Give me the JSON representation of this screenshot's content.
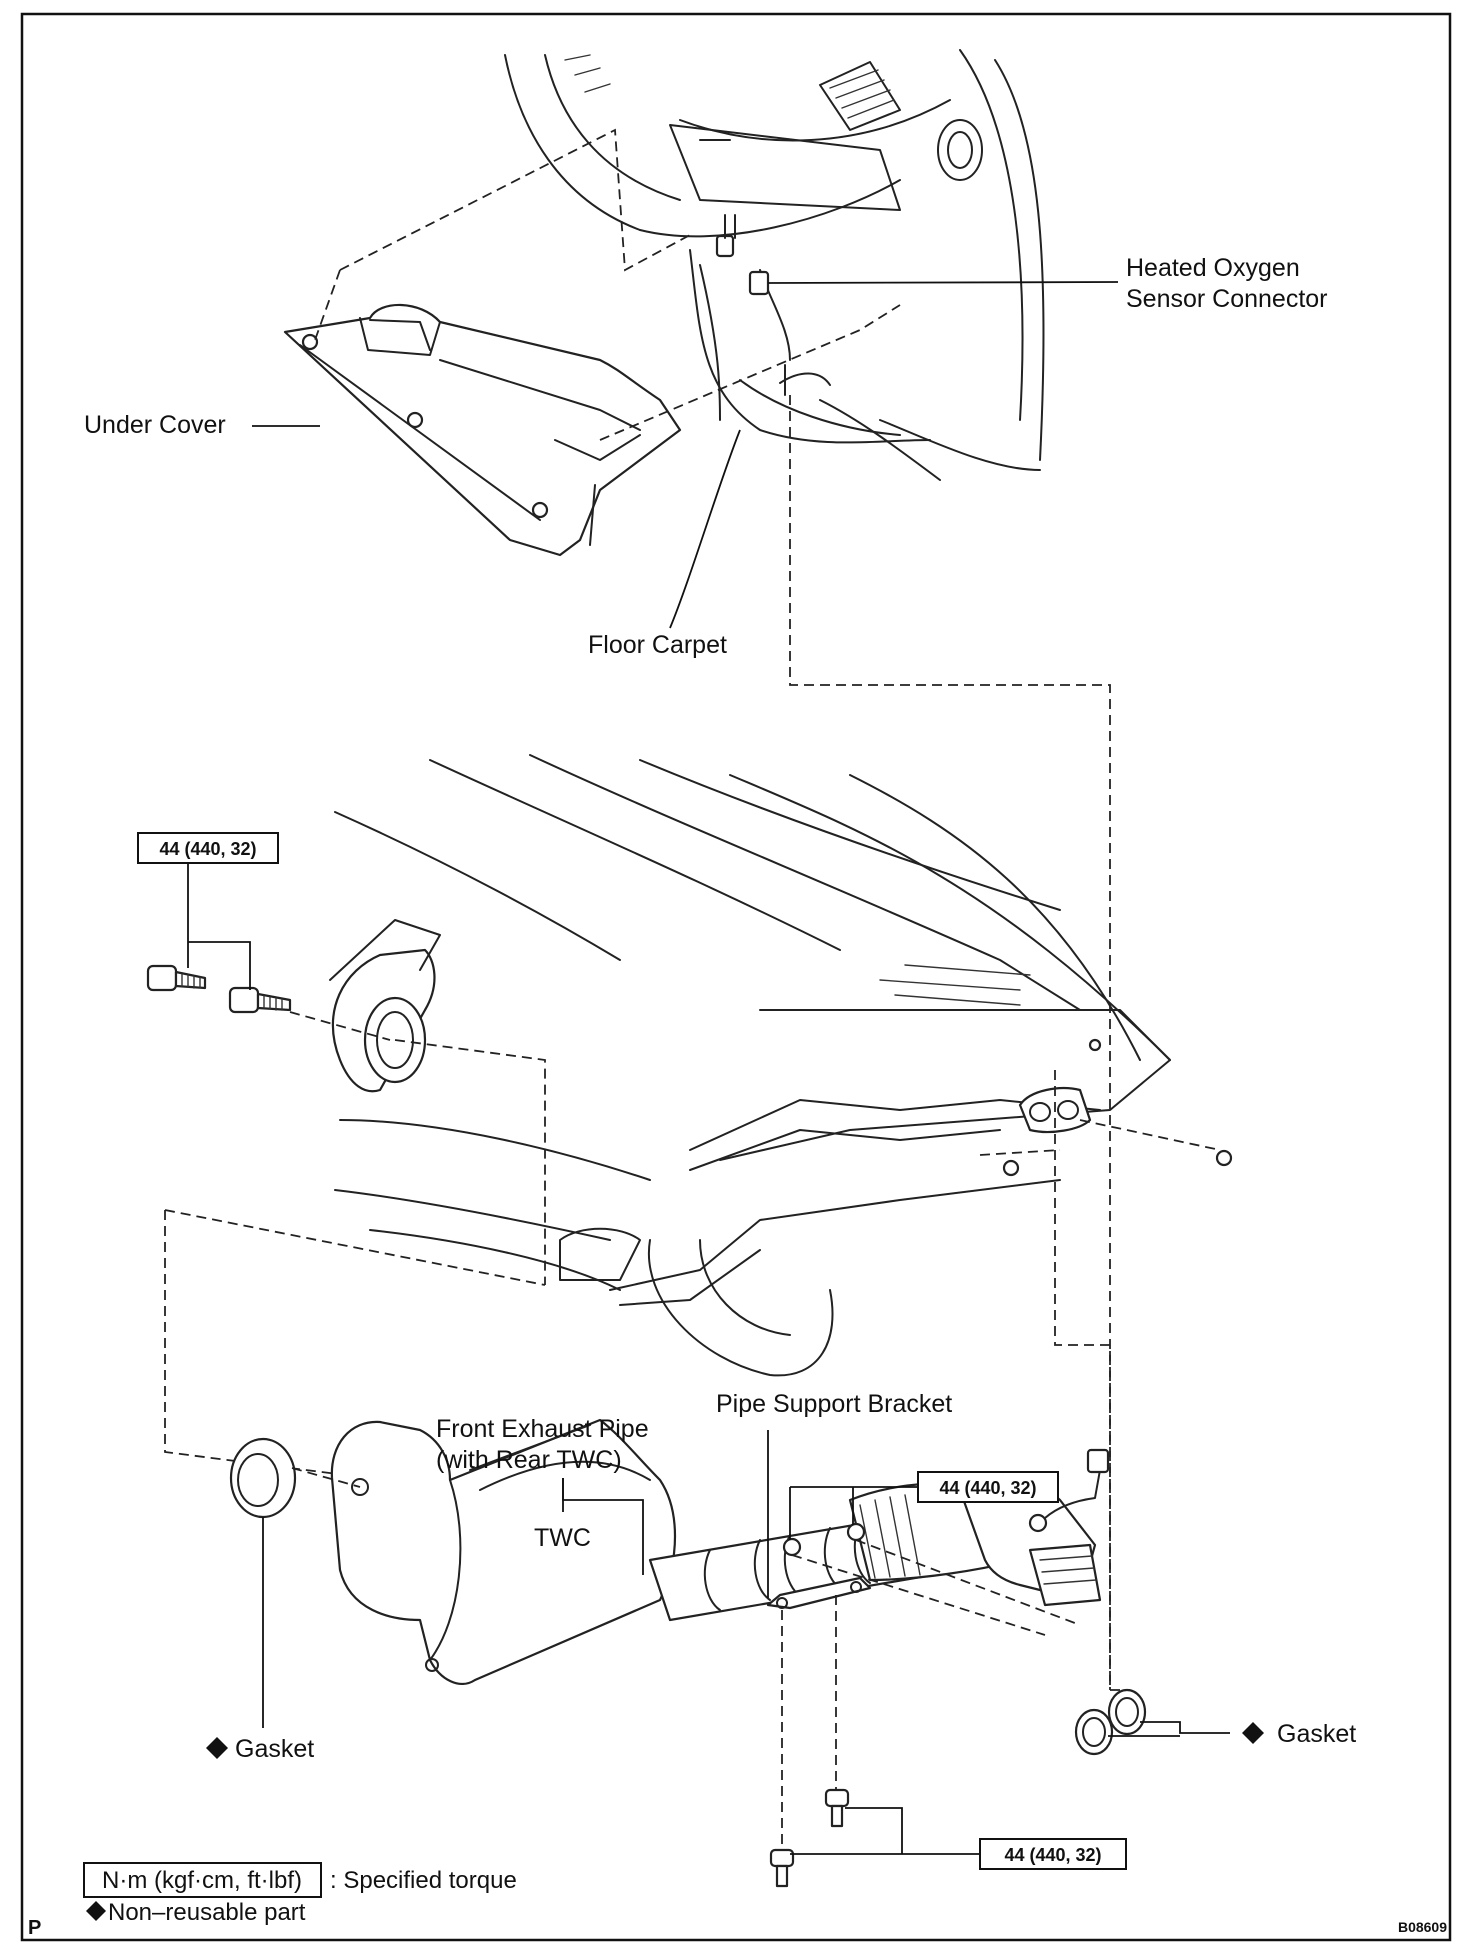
{
  "labels": {
    "heated_oxygen_line1": "Heated Oxygen",
    "heated_oxygen_line2": "Sensor Connector",
    "under_cover": "Under Cover",
    "floor_carpet": "Floor Carpet",
    "pipe_support_bracket": "Pipe Support Bracket",
    "front_exhaust_pipe_line1": "Front Exhaust Pipe",
    "front_exhaust_pipe_line2": "(with Rear TWC)",
    "twc": "TWC",
    "gasket_left": "Gasket",
    "gasket_right": "Gasket"
  },
  "torque_values": {
    "front_bolts": "44 (440, 32)",
    "bracket_nuts": "44 (440, 32)",
    "bracket_bolts": "44 (440, 32)"
  },
  "legend": {
    "torque_unit": "N·m (kgf·cm, ft·lbf)",
    "torque_desc": ": Specified torque",
    "non_reusable": "Non–reusable part"
  },
  "corner_mark": "P",
  "figure_code": "B08609",
  "icons": {
    "non_reusable_marker": "diamond-icon"
  }
}
